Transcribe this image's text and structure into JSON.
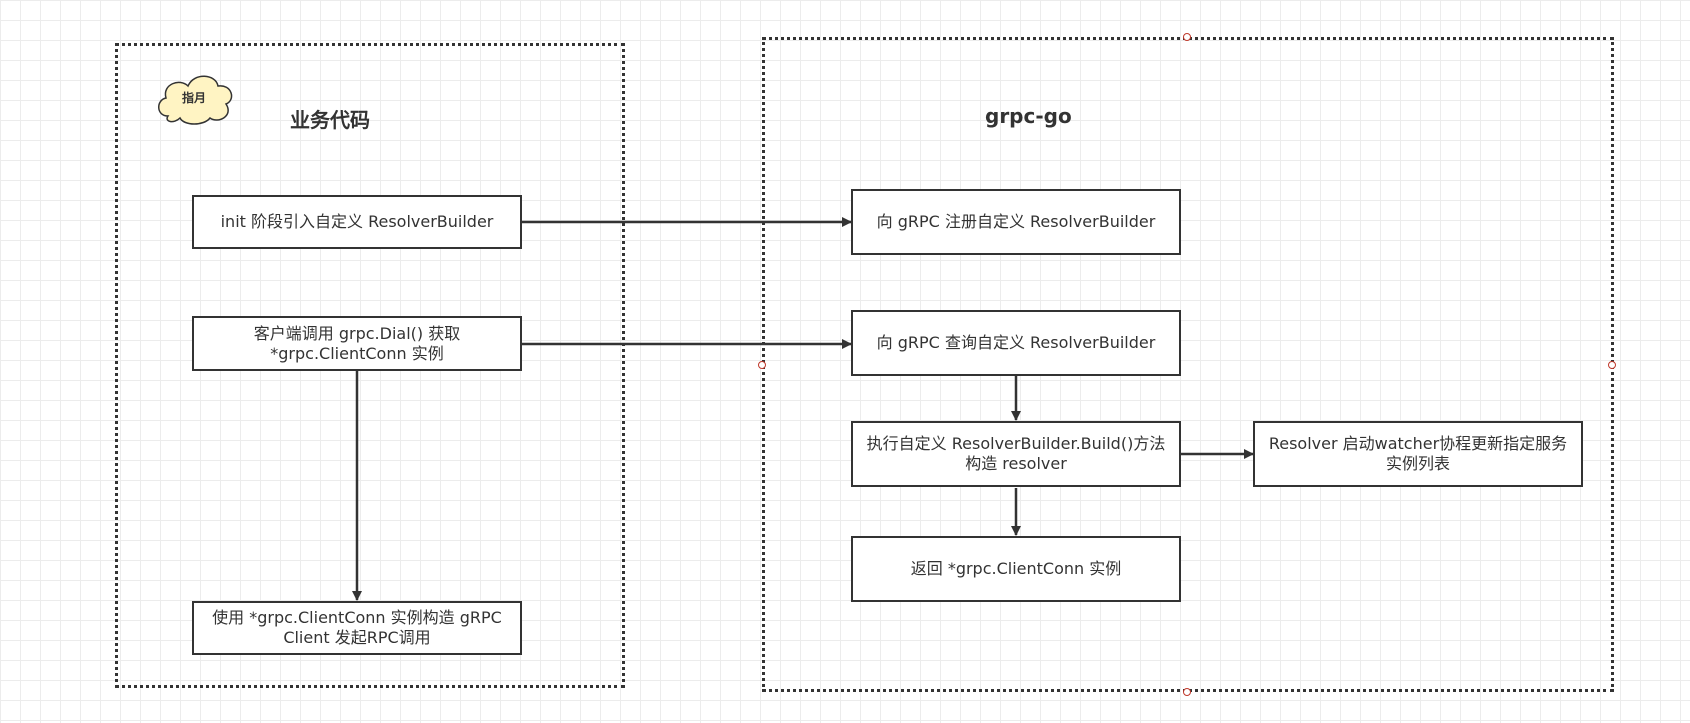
{
  "left_group": {
    "title": "业务代码",
    "sticker": "指月"
  },
  "right_group": {
    "title": "grpc-go"
  },
  "nodes": {
    "init": "init 阶段引入自定义 ResolverBuilder",
    "dial": "客户端调用 grpc.Dial() 获取\n*grpc.ClientConn 实例",
    "use": "使用 *grpc.ClientConn 实例构造 gRPC\nClient 发起RPC调用",
    "register": "向 gRPC 注册自定义 ResolverBuilder",
    "query": "向 gRPC 查询自定义 ResolverBuilder",
    "build": "执行自定义 ResolverBuilder.Build()方法\n构造 resolver",
    "watcher": "Resolver 启动watcher协程更新指定服务\n实例列表",
    "return": "返回 *grpc.ClientConn 实例"
  },
  "colors": {
    "stroke": "#333333",
    "sticker_fill": "#fff4c3",
    "grid": "#ececec",
    "handle": "#c0392b"
  }
}
